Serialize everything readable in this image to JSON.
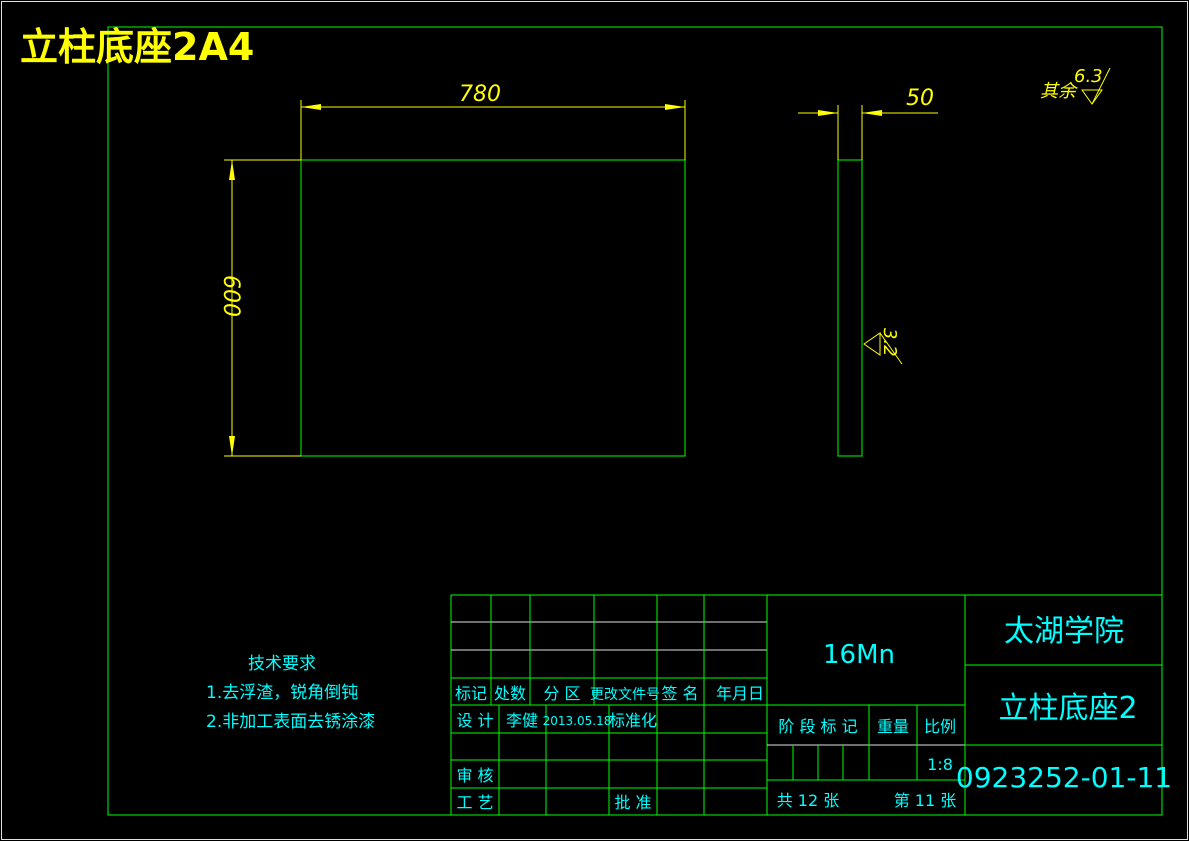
{
  "drawing": {
    "title": "立柱底座2A4",
    "dim_width": "780",
    "dim_height": "600",
    "dim_thickness": "50",
    "roughness_surface": "3.2",
    "roughness_rest_label": "其余",
    "roughness_rest_value": "6.3"
  },
  "tech_requirements": {
    "heading": "技术要求",
    "items": [
      "1.去浮渣，锐角倒钝",
      "2.非加工表面去锈涂漆"
    ]
  },
  "title_block": {
    "headers": [
      "标记",
      "处数",
      "分 区",
      "更改文件号",
      "签 名",
      "年月日"
    ],
    "design_label": "设 计",
    "designer": "李健",
    "design_date": "2013.05.18",
    "standardization_label": "标准化",
    "review_label": "审 核",
    "process_label": "工 艺",
    "approve_label": "批 准",
    "material": "16Mn",
    "stage_label": "阶 段 标 记",
    "weight_label": "重量",
    "scale_label": "比例",
    "scale": "1:8",
    "sheets_total": "共 12 张",
    "sheet_number": "第 11 张",
    "school": "太湖学院",
    "part_name": "立柱底座2",
    "drawing_number": "0923252-01-11"
  }
}
